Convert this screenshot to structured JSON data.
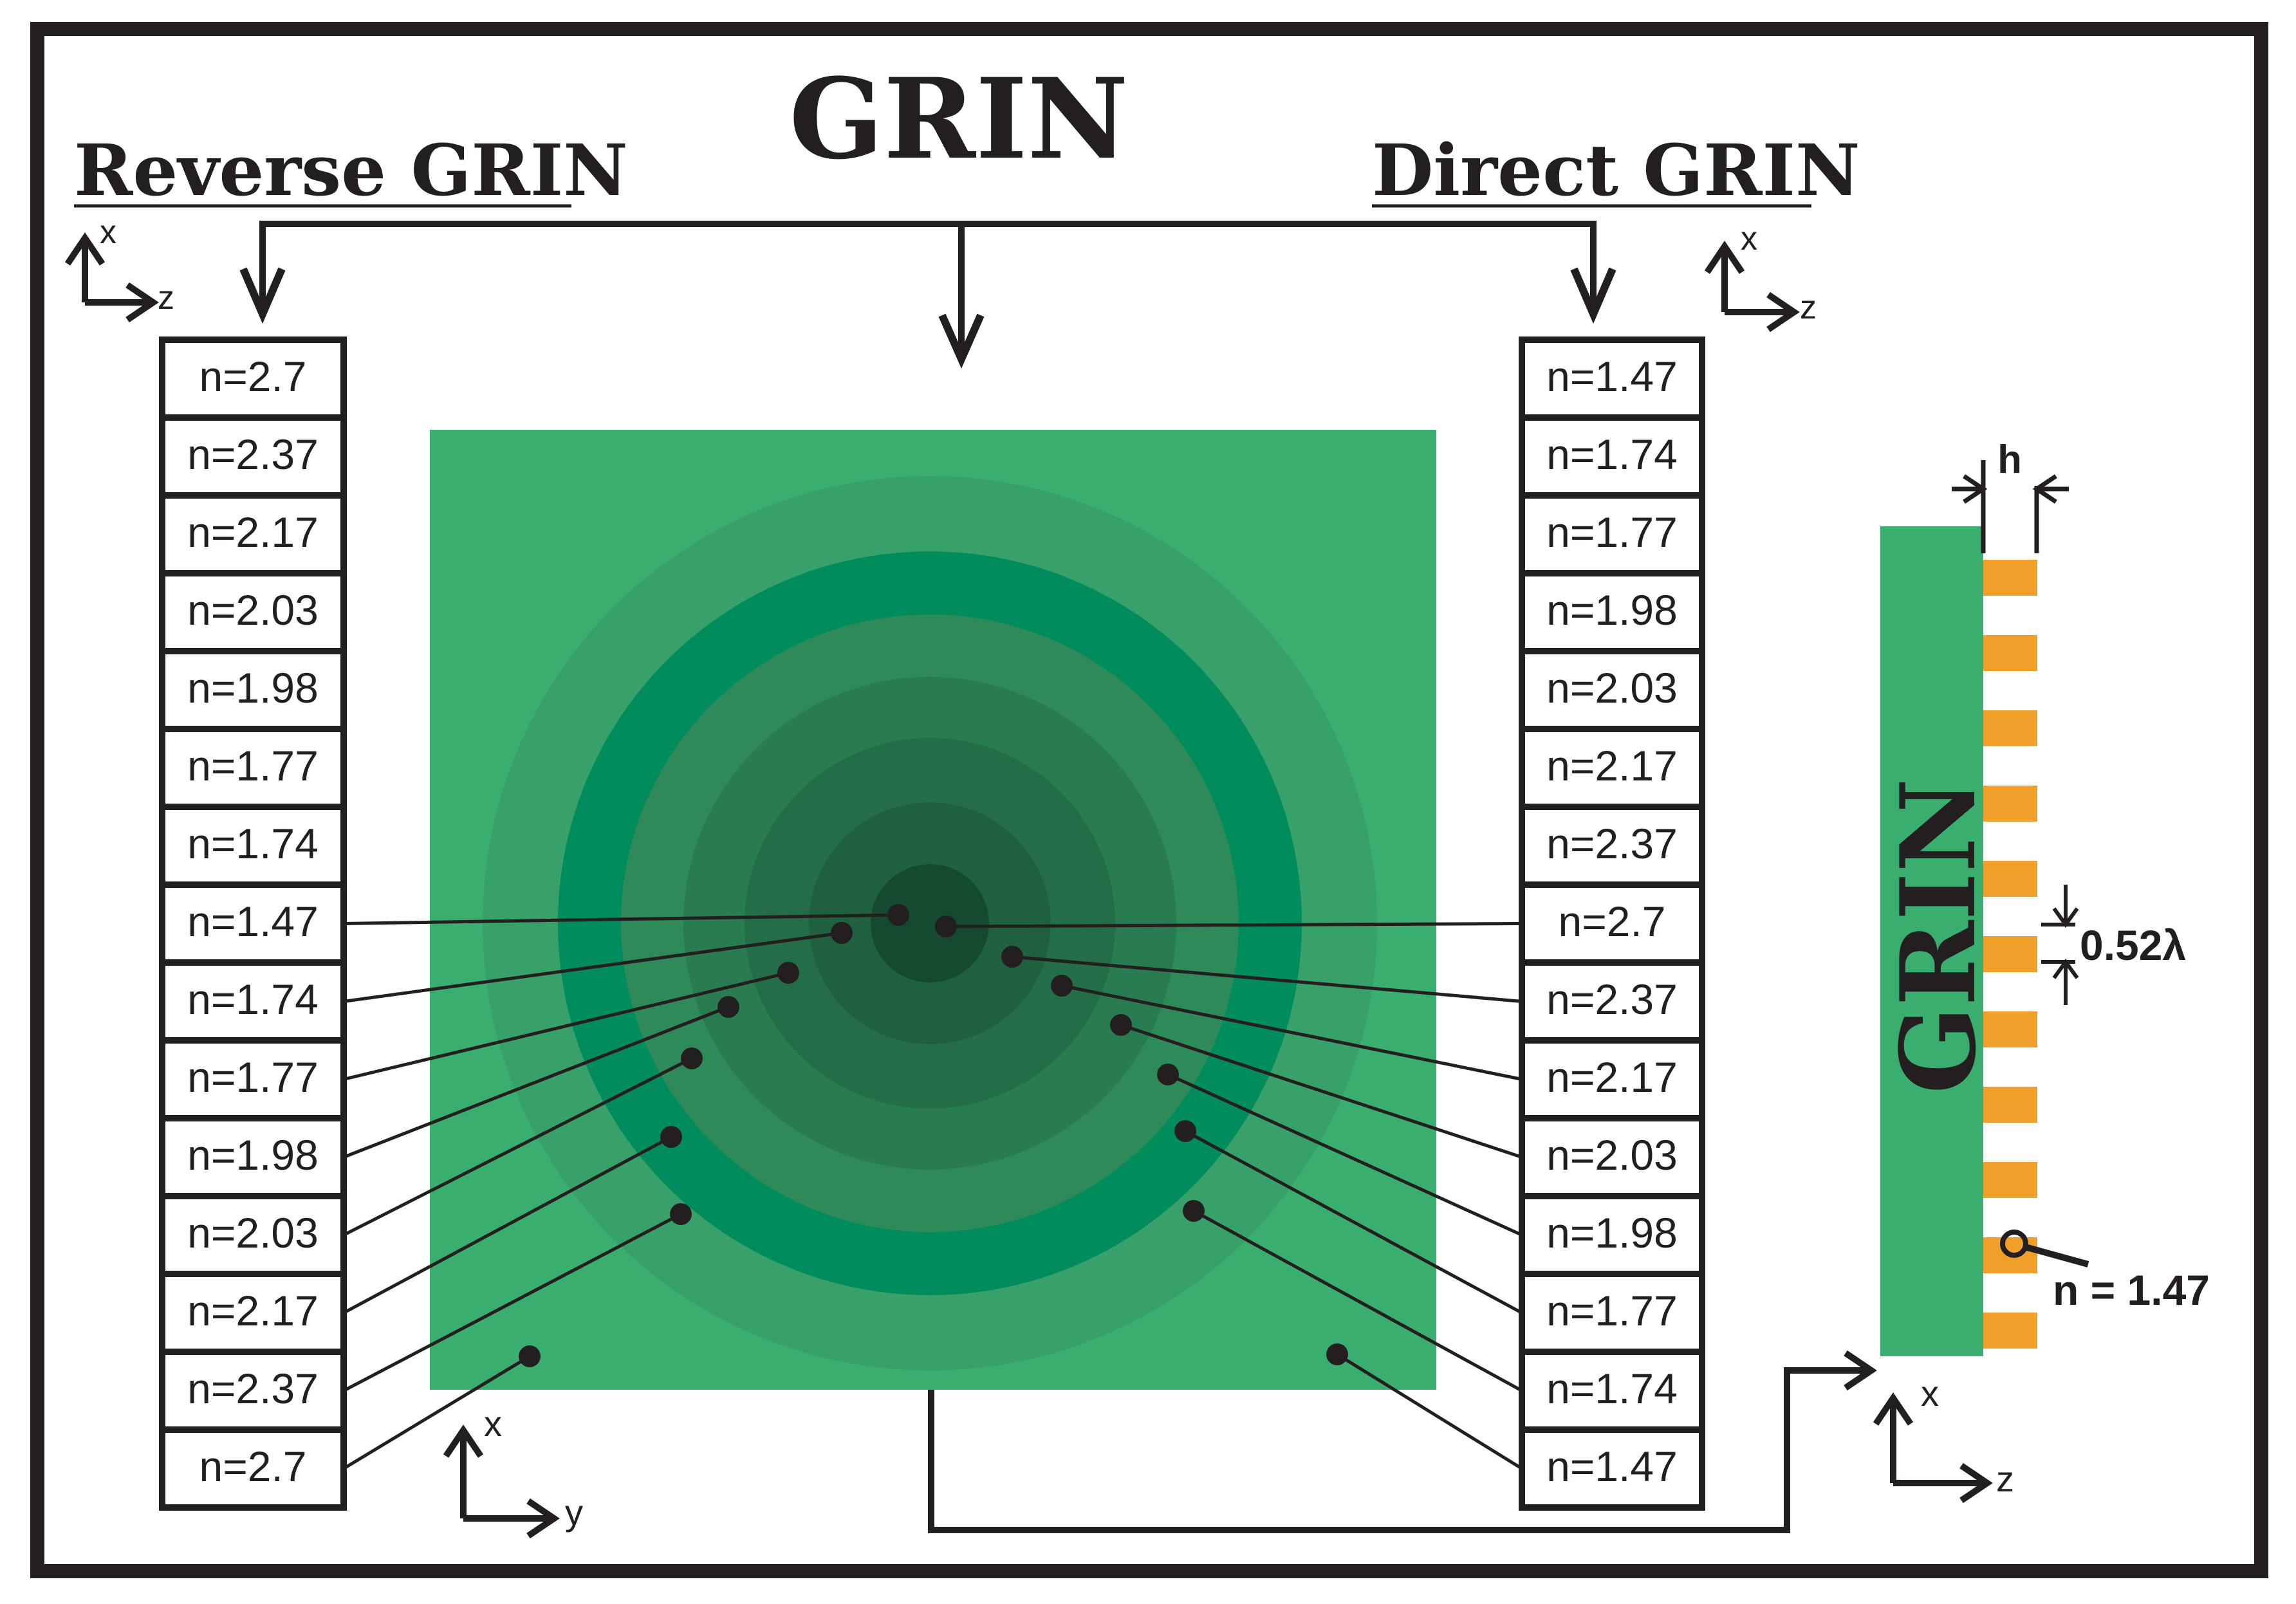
{
  "title": "GRIN",
  "reverse_label": "Reverse GRIN",
  "direct_label": "Direct GRIN",
  "axes": {
    "top_left": {
      "up": "x",
      "right": "z"
    },
    "top_right": {
      "up": "x",
      "right": "z"
    },
    "bottom_center": {
      "up": "x",
      "right": "y"
    },
    "bottom_right": {
      "up": "x",
      "right": "z"
    }
  },
  "reverse_values": [
    "n=2.7",
    "n=2.37",
    "n=2.17",
    "n=2.03",
    "n=1.98",
    "n=1.77",
    "n=1.74",
    "n=1.47",
    "n=1.74",
    "n=1.77",
    "n=1.98",
    "n=2.03",
    "n=2.17",
    "n=2.37",
    "n=2.7"
  ],
  "direct_values": [
    "n=1.47",
    "n=1.74",
    "n=1.77",
    "n=1.98",
    "n=2.03",
    "n=2.17",
    "n=2.37",
    "n=2.7",
    "n=2.37",
    "n=2.17",
    "n=2.03",
    "n=1.98",
    "n=1.77",
    "n=1.74",
    "n=1.47"
  ],
  "side_view": {
    "label": "GRIN",
    "height_label": "h",
    "period_label": "0.52λ",
    "index_label": "n = 1.47"
  },
  "colors": {
    "outer_green": "#3aae6e",
    "ring_1": "#38a069",
    "ring_2": "#008c5c",
    "ring_3": "#2f8a5a",
    "ring_4": "#297c51",
    "ring_5": "#236d48",
    "ring_6": "#1f613f",
    "ring_7": "#1a5436",
    "core": "#164a30",
    "orange": "#f0a02a",
    "line": "#231f20"
  }
}
